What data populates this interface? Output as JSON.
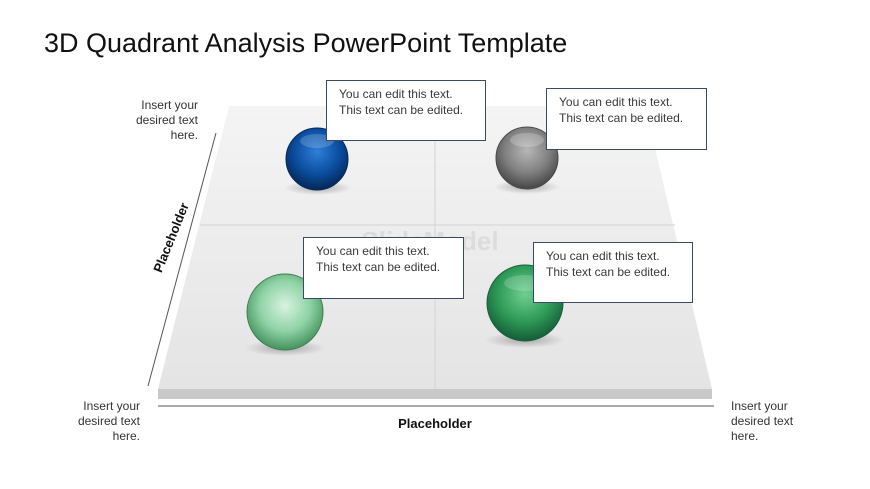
{
  "title": "3D Quadrant Analysis PowerPoint Template",
  "notes": {
    "top_left": [
      "Insert your",
      "desired text",
      "here."
    ],
    "bottom_left": [
      "Insert your",
      "desired text",
      "here."
    ],
    "bottom_right": [
      "Insert your",
      "desired text",
      "here."
    ]
  },
  "axes": {
    "x_label": "Placeholder",
    "y_label": "Placeholder"
  },
  "quadrants": [
    {
      "id": "top-left",
      "line1": "You can edit this text.",
      "line2": "This text can be edited.",
      "sphere_color": "#0a4ea0",
      "sphere_name": "blue-sphere"
    },
    {
      "id": "top-right",
      "line1": "You can edit this text.",
      "line2": "This text can be edited.",
      "sphere_color": "#808080",
      "sphere_name": "gray-sphere"
    },
    {
      "id": "bottom-left",
      "line1": "You can edit this text.",
      "line2": "This text can be edited.",
      "sphere_color": "#8fd3a6",
      "sphere_name": "light-green-sphere"
    },
    {
      "id": "bottom-right",
      "line1": "You can edit this text.",
      "line2": "This text can be edited.",
      "sphere_color": "#2e9b57",
      "sphere_name": "green-sphere"
    }
  ],
  "watermark": "SlideModel"
}
